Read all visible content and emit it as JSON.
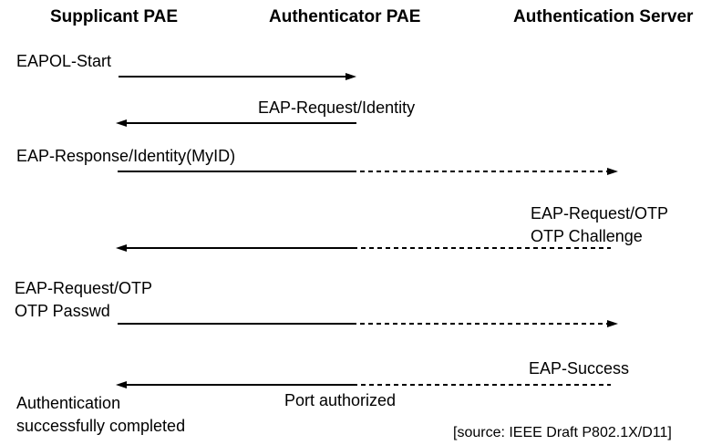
{
  "colors": {
    "background": "#ffffff",
    "line": "#000000",
    "text": "#000000"
  },
  "columns": [
    {
      "id": "supplicant",
      "label": "Supplicant PAE"
    },
    {
      "id": "authenticator",
      "label": "Authenticator PAE"
    },
    {
      "id": "auth_server",
      "label": "Authentication Server"
    }
  ],
  "messages": [
    {
      "label": "EAPOL-Start",
      "from": "Supplicant PAE",
      "to": "Authenticator PAE",
      "direction": "right",
      "line_style": "solid"
    },
    {
      "label": "EAP-Request/Identity",
      "from": "Authenticator PAE",
      "to": "Supplicant PAE",
      "direction": "left",
      "line_style": "solid"
    },
    {
      "label": "EAP-Response/Identity(MyID)",
      "from": "Supplicant PAE",
      "to": "Authentication Server",
      "direction": "right",
      "line_style": "solid-then-dashed"
    },
    {
      "label_line1": "EAP-Request/OTP",
      "label_line2": "OTP Challenge",
      "from": "Authentication Server",
      "to": "Supplicant PAE",
      "direction": "left",
      "line_style": "dashed-then-solid"
    },
    {
      "label_line1": "EAP-Request/OTP",
      "label_line2": "OTP Passwd",
      "from": "Supplicant PAE",
      "to": "Authentication Server",
      "direction": "right",
      "line_style": "solid-then-dashed"
    },
    {
      "label": "EAP-Success",
      "note": "Port authorized",
      "from": "Authentication Server",
      "to": "Supplicant PAE",
      "direction": "left",
      "line_style": "dashed-then-solid"
    }
  ],
  "footer": {
    "completion_line1": "Authentication",
    "completion_line2": "successfully completed",
    "source": "[source: IEEE Draft P802.1X/D11]"
  }
}
